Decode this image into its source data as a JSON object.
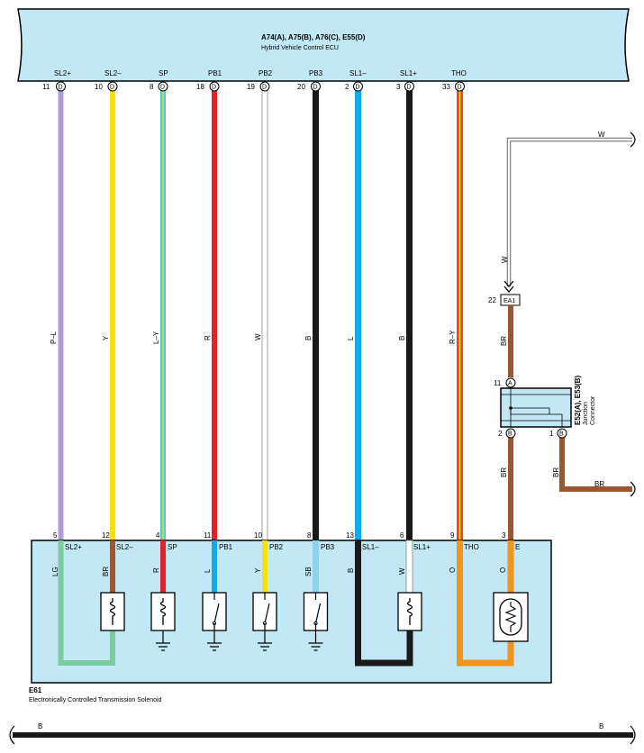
{
  "ecu": {
    "code": "A74(A), A75(B), A76(C), E55(D)",
    "name": "Hybrid Vehicle Control ECU"
  },
  "ecu_pins": [
    {
      "pin": "11",
      "letter": "D",
      "signal": "SL2+"
    },
    {
      "pin": "10",
      "letter": "D",
      "signal": "SL2–"
    },
    {
      "pin": "8",
      "letter": "D",
      "signal": "SP"
    },
    {
      "pin": "18",
      "letter": "D",
      "signal": "PB1"
    },
    {
      "pin": "19",
      "letter": "D",
      "signal": "PB2"
    },
    {
      "pin": "20",
      "letter": "D",
      "signal": "PB3"
    },
    {
      "pin": "2",
      "letter": "D",
      "signal": "SL1–"
    },
    {
      "pin": "3",
      "letter": "D",
      "signal": "SL1+"
    },
    {
      "pin": "33",
      "letter": "D",
      "signal": "THO"
    }
  ],
  "wires_upper": [
    "P–L",
    "Y",
    "L–Y",
    "R",
    "W",
    "B",
    "L",
    "B",
    "R–Y"
  ],
  "wire_colors": {
    "P–L": "#c9a2e0",
    "Y": "#ffe000",
    "L–Y": "#4fc8e0",
    "R": "#e4202a",
    "W": "#ffffff",
    "B": "#1a1a1a",
    "L": "#16a9e8",
    "R–Y": "#e8452a",
    "BR": "#9b5733",
    "LG": "#7ccc9e",
    "SB": "#8ad4f2",
    "O": "#f2941e"
  },
  "solenoid": {
    "code": "E61",
    "name": "Electronically Controlled Transmission Solenoid",
    "pins": [
      {
        "pin": "5",
        "signal": "SL2+",
        "wire": "LG"
      },
      {
        "pin": "12",
        "signal": "SL2–",
        "wire": "BR"
      },
      {
        "pin": "4",
        "signal": "SP",
        "wire": "R"
      },
      {
        "pin": "11",
        "signal": "PB1",
        "wire": "L"
      },
      {
        "pin": "10",
        "signal": "PB2",
        "wire": "Y"
      },
      {
        "pin": "8",
        "signal": "PB3",
        "wire": "SB"
      },
      {
        "pin": "13",
        "signal": "SL1–",
        "wire": "B"
      },
      {
        "pin": "6",
        "signal": "SL1+",
        "wire": "W"
      },
      {
        "pin": "9",
        "signal": "THO",
        "wire": "O"
      },
      {
        "pin": "3",
        "signal": "E",
        "wire": "O"
      }
    ]
  },
  "junction": {
    "code": "E52(A), E53(B)",
    "name_line1": "Junction",
    "name_line2": "Connector",
    "pin_top": {
      "pin": "11",
      "letter": "A"
    },
    "pin_left": {
      "pin": "2",
      "letter": "B"
    },
    "pin_right": {
      "pin": "1",
      "letter": "B"
    }
  },
  "ea1": {
    "pin": "22",
    "label": "EA1"
  },
  "right_wires": {
    "top_w": "W",
    "vertical_w": "W",
    "br_to_ea1": "BR",
    "br_below_junction": "BR",
    "br_branch_vertical": "BR",
    "br_branch_horizontal": "BR"
  },
  "bottom_bus": {
    "label_left": "B",
    "label_right": "B"
  }
}
